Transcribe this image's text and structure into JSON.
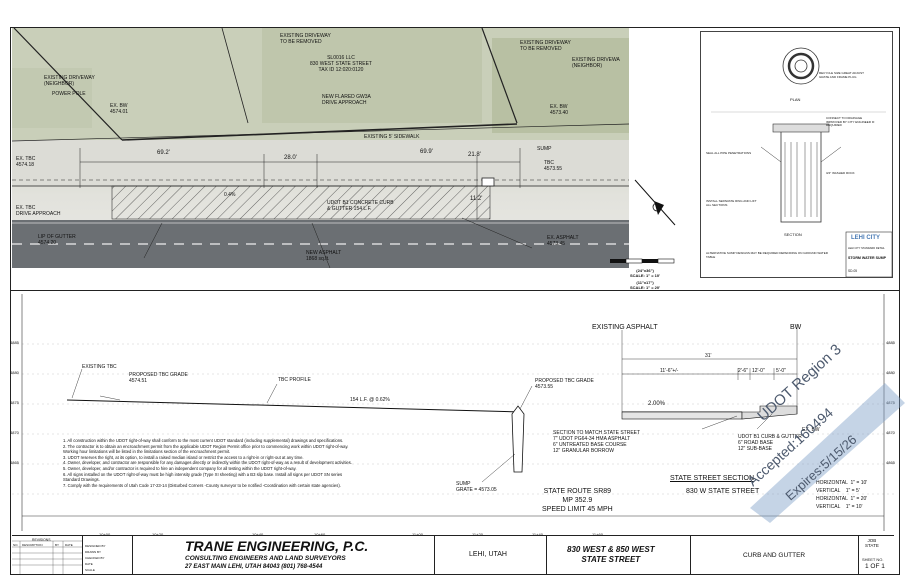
{
  "plan": {
    "existing_driveway_removed_left": "EXISTING DRIVEWAY\nTO BE REMOVED",
    "existing_driveway_removed_right": "EXISTING DRIVEWAY\nTO BE REMOVED",
    "existing_driveway_neighbor_left": "EXISTING DRIVEWAY\n(NEIGHBOR)",
    "existing_driveway_neighbor_right": "EXISTING DRIVEWA\n(NEIGHBOR)",
    "owner": "SL0016 LLC\n830 WEST STATE STREET\nTAX ID 12:020:0120",
    "power_pole": "POWER POLE",
    "ex_bw_left": "EX. BW\n4574.01",
    "ex_bw_right": "EX. BW\n4573.40",
    "new_flared": "NEW FLARED GW3A\nDRIVE APPROACH",
    "existing_sidewalk": "EXISTING 5' SIDEWALK",
    "dim_69_2": "69.2'",
    "dim_28_0": "28.0'",
    "dim_69_9": "69.9'",
    "dim_21_8": "21.8'",
    "dim_11_2": "11.2'",
    "slope": "0.4%",
    "sump": "SUMP",
    "tbc_right": "TBC\n4573.55",
    "ex_tbc_left": "EX. TBC\n4574.18",
    "ex_tbc_drive": "EX. TBC\nDRIVE APPROACH",
    "udot_curb": "UDOT B1 CONCRETE CURB\n& GUTTER 154 L.F.",
    "lip_of_gutter": "LIP OF GUTTER\n4574.20",
    "new_asphalt": "NEW ASPHALT\n1868 sq.ft.",
    "ex_asphalt": "EX. ASPHALT\n4573.45",
    "scale_h": "(24\"x36\")\nSCALE: 1\" = 10'",
    "scale_v": "(11\"x17\")\nSCALE: 1\" = 20'"
  },
  "detail": {
    "plan_label": "PLAN",
    "section_label": "SECTION",
    "city": "LEHI CITY",
    "city_sub": "LEHI CITY STANDARD DETAIL",
    "title": "STORM WATER SUMP",
    "number": "SD-05",
    "notes_a": "RECYCLE SIZE GREAT ADJUST GRATE AND FRAME PLUG",
    "notes_b": "CONNECT TO DRAINAGE IMPROVED BY CITY ENGINEER IF REQUIRED",
    "notes_c": "3/4\" WASHED ROCK",
    "notes_d": "SEAL ALL PIPE PENETRATIONS",
    "notes_e": "INSTALL SEPARATE RING AND LIFT ALL SECTIONS",
    "notes_f": "ALTERNATIVE SUMP DESIGNS MAY BE REQUIRED DEPENDING ON GROUND WATER TABLE"
  },
  "profile": {
    "elevations": [
      "4885",
      "4880",
      "4875",
      "4870",
      "4865"
    ],
    "stations": [
      "10+00",
      "10+20",
      "10+40",
      "10+60",
      "11+00",
      "11+20",
      "11+40",
      "11+60"
    ],
    "existing_tbc": "EXISTING TBC",
    "proposed_tbc_left": "PROPOSED TBC GRADE\n4574.51",
    "tbc_profile": "TBC PROFILE",
    "grade_label": "154 L.F. @ 0.62%",
    "proposed_tbc_right": "PROPOSED TBC GRADE\n4573.55",
    "sump": "SUMP\nGRATE = 4573.05",
    "route": "STATE ROUTE SR89\nMP 352.9\nSPEED LIMIT 45 MPH"
  },
  "section": {
    "existing_asphalt": "EXISTING ASPHALT",
    "bw": "BW",
    "dim_31": "31'",
    "dim_11_6": "11'-6\"+/-",
    "dim_2_6": "2'-6\"",
    "dim_12_0": "12'-0\"",
    "dim_5_0": "5'-0\"",
    "slope": "2.00%",
    "match": "SECTION TO MATCH STATE STREET\n7\" UDOT PG64-34 HMA ASPHALT\n6\" UNTREATED BASE COURSE\n12\" GRANULAR BORROW",
    "curb": "UDOT B1 CURB & GUTTER\n6\" ROAD BASE\n12\" SUB-BASE",
    "ex_bw": "EX. BW",
    "title": "STATE STREET SECTION",
    "subtitle": "830 W STATE STREET",
    "scales": "HORIZONTAL  1\" = 10'\nVERTICAL    1\" = 5'\nHORIZONTAL  1\" = 20'\nVERTICAL    1\" = 10'"
  },
  "notes": [
    "1.  All construction within the UDOT right-of-way shall conform to the most current UDOT standard (including supplemental) drawings and specifications.",
    "2.  The contractor is to obtain an encroachment permit from the applicable UDOT Region Permit office prior to commencing work within UDOT right-of-way. Working hour limitations will be listed in the limitations section of the encroachment permit.",
    "3.  UDOT reserves the right, at its option, to install a raised median island or restrict the access to a right-in or right-out at any time.",
    "4.  Owner, developer, and contractor are responsible for any damages directly or indirectly within the UDOT right-of-way as a result of development activities.",
    "5.  Owner, developer, and/or contractor is required to hire an independent company for all testing within the UDOT right-of-way.",
    "6.  All signs installed on the UDOT right-of-way must be high intensity grade (Type XI sheeting) with a B3 slip base. Install all signs per UDOT SN series Standard Drawings.",
    "7.  Comply with the requirements of Utah Code 17-23-14 (Disturbed Corners -County surveyor to be notified -Coordination with certain state agencies)."
  ],
  "title_block": {
    "revisions_header": "REVISIONS",
    "rev_cols": [
      "NO.",
      "DESCRIPTION",
      "BY",
      "DATE"
    ],
    "drawn": [
      "DESIGNED BY",
      "DRAWN BY",
      "CHECKED BY",
      "DATE",
      "SCALE"
    ],
    "firm": "TRANE ENGINEERING, P.C.",
    "firm_sub": "CONSULTING ENGINEERS AND LAND SURVEYORS",
    "firm_addr": "27 EAST MAIN  LEHI, UTAH 84043     (801) 768-4544",
    "city": "LEHI, UTAH",
    "project": "830 WEST & 850 WEST\nSTATE STREET",
    "sheet_title": "CURB AND GUTTER",
    "job_label": "JOB\nSTATE",
    "sheet_label": "SHEET NO.",
    "sheet_no": "1 OF 1"
  },
  "stamp": {
    "line1": "UDOT Region 3",
    "line2": "Accepted:160494",
    "line3": "Expires:5/15/26"
  },
  "colors": {
    "stamp": "#7f9fc8",
    "aerial": "#cfd4c2",
    "road": "#6b6f73"
  }
}
